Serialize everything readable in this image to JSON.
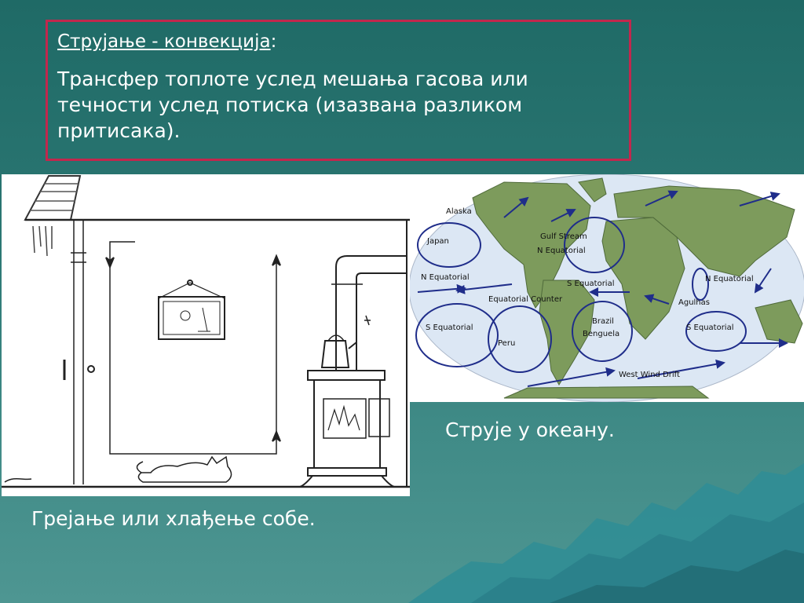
{
  "definition": {
    "title_term": "Струјање - конвекција",
    "title_colon": ":",
    "text": "Трансфер топлоте услед мешања гасова или течности услед потиска (изазвана разликом притисака)."
  },
  "captions": {
    "ocean": "Струје у океану.",
    "room": "Грејање или хлађење собе."
  },
  "map_labels": {
    "alaska": "Alaska",
    "japan": "Japan",
    "gulf_stream": "Gulf Stream",
    "n_equatorial_atl": "N Equatorial",
    "n_equatorial_pac": "N Equatorial",
    "s_equatorial_atl": "S Equatorial",
    "equatorial_counter": "Equatorial Counter",
    "s_equatorial_pac": "S Equatorial",
    "peru": "Peru",
    "brazil": "Brazil",
    "benguela": "Benguela",
    "n_equatorial_ind": "N Equatorial",
    "agulhas": "Agulhas",
    "s_equatorial_ind": "S Equatorial",
    "west_wind_drift": "West Wind Drift"
  },
  "colors": {
    "frame": "#c2274d",
    "land": "#7d9b5c",
    "ocean": "#dce7f4",
    "current_arrow": "#1f2d8a"
  }
}
